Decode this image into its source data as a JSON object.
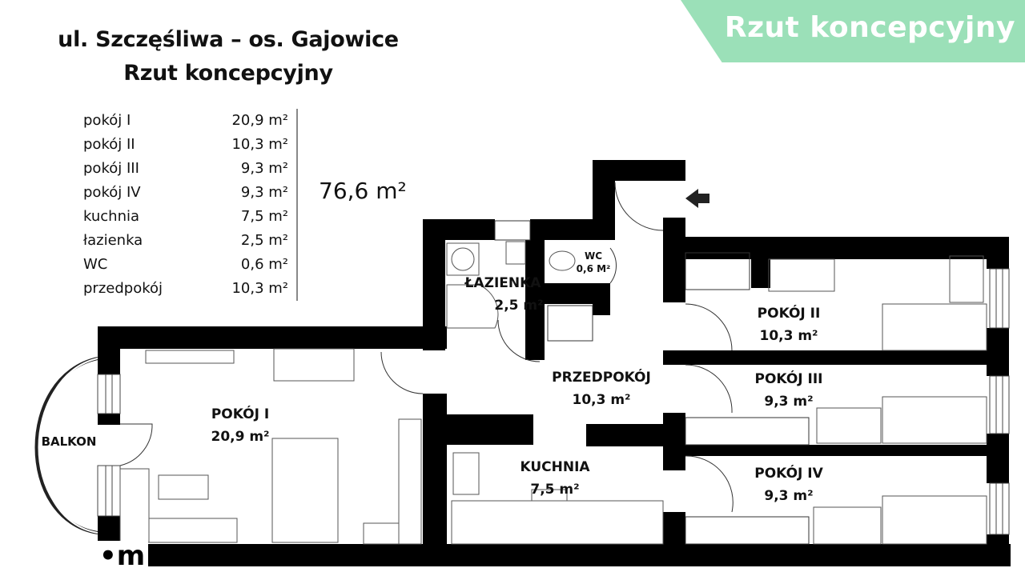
{
  "header": {
    "title_line1": "ul. Szczęśliwa – os. Gajowice",
    "title_line2": "Rzut koncepcyjny",
    "banner": "Rzut koncepcyjny",
    "banner_color": "#9be0b8"
  },
  "areas": [
    {
      "name": "pokój I",
      "value": "20,9 m²"
    },
    {
      "name": "pokój II",
      "value": "10,3 m²"
    },
    {
      "name": "pokój III",
      "value": "9,3 m²"
    },
    {
      "name": "pokój IV",
      "value": "9,3 m²"
    },
    {
      "name": "kuchnia",
      "value": "7,5 m²"
    },
    {
      "name": "łazienka",
      "value": "2,5 m²"
    },
    {
      "name": "WC",
      "value": "0,6 m²"
    },
    {
      "name": "przedpokój",
      "value": "10,3 m²"
    }
  ],
  "total_area": "76,6 m²",
  "rooms": {
    "pokoj1": {
      "name": "POKÓJ I",
      "area": "20,9 m²"
    },
    "pokoj2": {
      "name": "POKÓJ II",
      "area": "10,3 m²"
    },
    "pokoj3": {
      "name": "POKÓJ III",
      "area": "9,3 m²"
    },
    "pokoj4": {
      "name": "POKÓJ IV",
      "area": "9,3 m²"
    },
    "kuchnia": {
      "name": "KUCHNIA",
      "area": "7,5 m²"
    },
    "lazienka": {
      "name": "ŁAZIENKA",
      "area": "2,5 m²"
    },
    "wc": {
      "name": "WC",
      "area": "0,6 M²"
    },
    "przedpokoj": {
      "name": "PRZEDPOKÓJ",
      "area": "10,3 m²"
    },
    "balkon": {
      "name": "BALKON"
    }
  },
  "entrance_arrow": "arrow-left-icon",
  "logo": "•m"
}
